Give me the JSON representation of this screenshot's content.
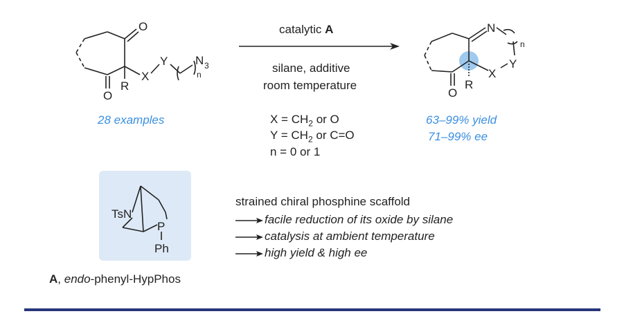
{
  "reactant": {
    "O_top": "O",
    "O_bottom": "O",
    "X": "X",
    "Y": "Y",
    "R": "R",
    "n": "n",
    "azide": "N",
    "azide_sub": "3"
  },
  "product": {
    "N": "N",
    "n": "n",
    "Y": "Y",
    "X": "X",
    "R": "R",
    "O": "O"
  },
  "conditions": {
    "above": "catalytic ",
    "above_bold": "A",
    "below_line1": "silane, additive",
    "below_line2": "room temperature"
  },
  "examples": "28 examples",
  "variables": {
    "x_pre": "X = CH",
    "x_sub": "2",
    "x_post": " or O",
    "y_pre": "Y = CH",
    "y_sub": "2",
    "y_post": " or C=O",
    "n_line": "n = 0 or 1"
  },
  "results": {
    "yield": "63–99% yield",
    "ee": "71–99% ee"
  },
  "catalyst": {
    "ts": "TsN",
    "p": "P",
    "ph": "Ph",
    "label_bold": "A",
    "label_sep": ", ",
    "label_it": "endo",
    "label_rest": "-phenyl-HypPhos"
  },
  "features": {
    "title": "strained chiral phosphine scaffold",
    "items": [
      "facile reduction of its oxide by silane",
      "catalysis at ambient temperature",
      "high yield & high ee"
    ]
  },
  "colors": {
    "accent": "#3b8fe0",
    "rule": "#27367a",
    "box": "#dde9f6",
    "highlight": "#8ec0ea"
  }
}
